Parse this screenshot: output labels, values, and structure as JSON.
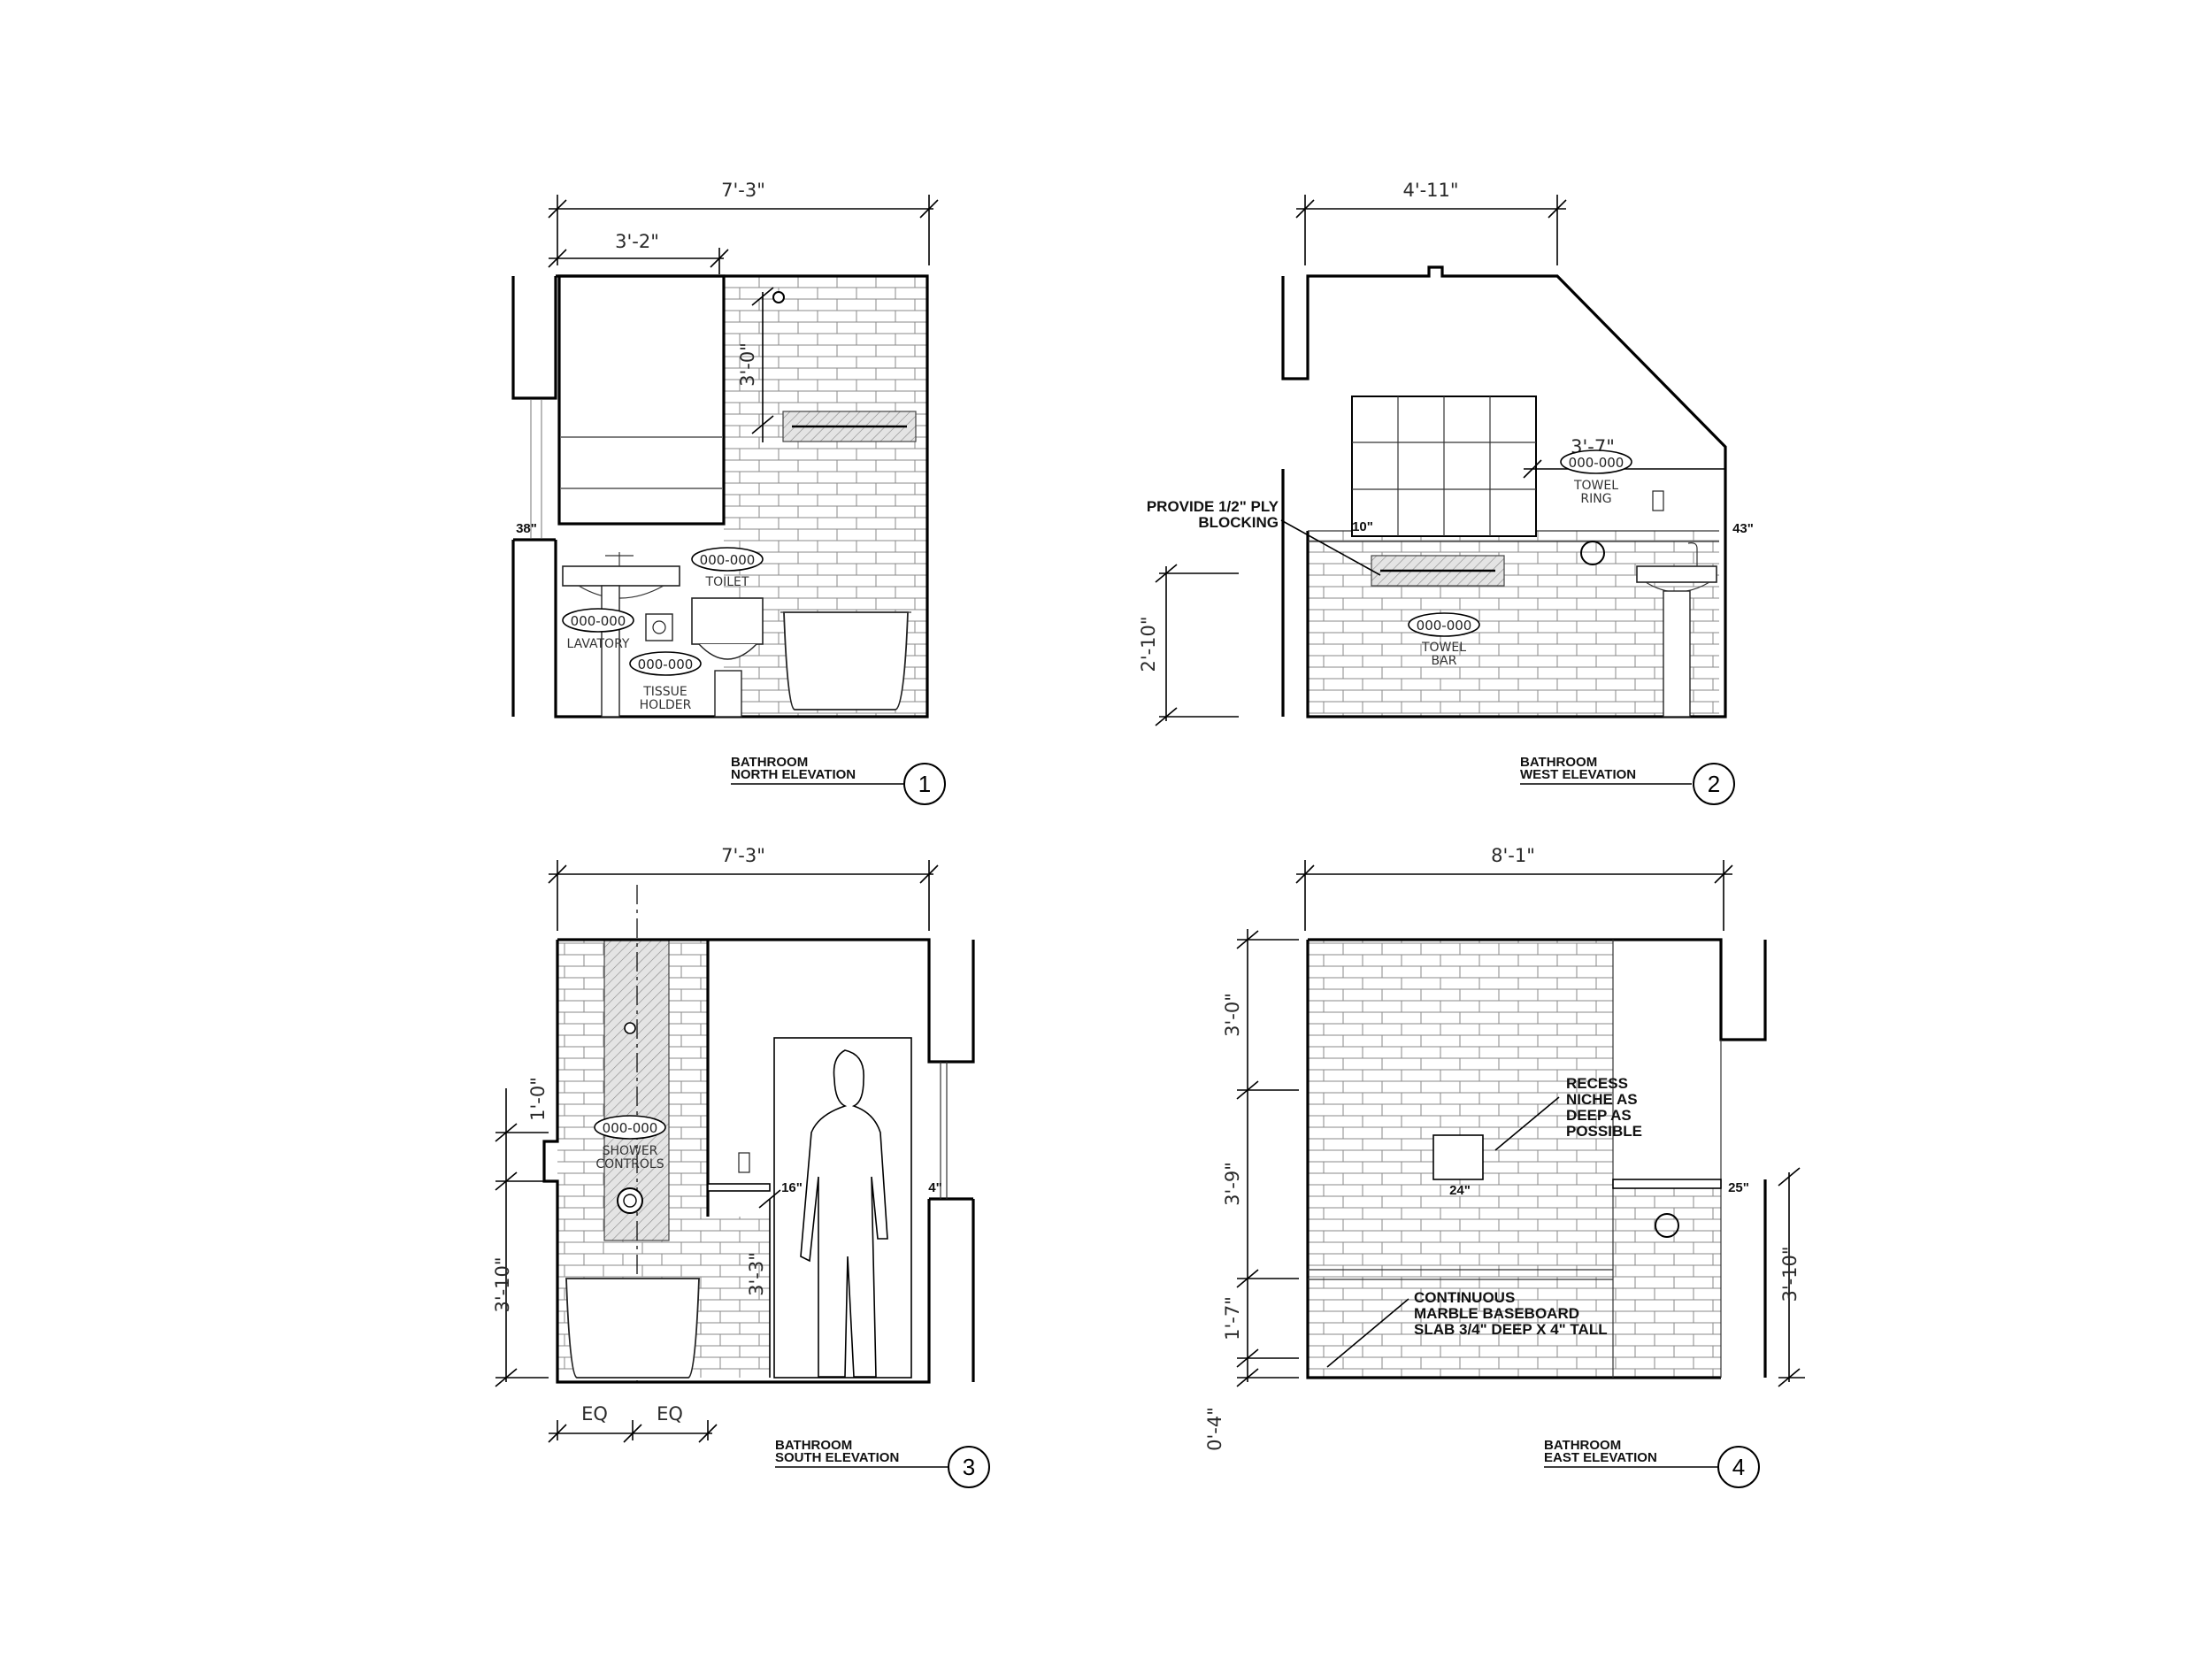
{
  "sheet": {
    "views": [
      {
        "id": "1",
        "title": "BATHROOM",
        "subtitle": "NORTH ELEVATION",
        "dims": {
          "overall": "7'-3\"",
          "partial": "3'-2\"",
          "vertical": "3'-0\""
        },
        "marks": {
          "counter_height": "38\""
        },
        "tags": [
          {
            "code": "000-000",
            "label": "TOILET"
          },
          {
            "code": "000-000",
            "label": "LAVATORY"
          },
          {
            "code": "000-000",
            "label_l1": "TISSUE",
            "label_l2": "HOLDER"
          }
        ]
      },
      {
        "id": "2",
        "title": "BATHROOM",
        "subtitle": "WEST ELEVATION",
        "dims": {
          "overall": "4'-11\"",
          "partial": "3'-7\"",
          "vertical": "2'-10\""
        },
        "marks": {
          "left": "10\"",
          "right": "43\""
        },
        "note": {
          "l1": "PROVIDE 1/2\" PLY",
          "l2": "BLOCKING"
        },
        "tags": [
          {
            "code": "000-000",
            "label_l1": "TOWEL",
            "label_l2": "RING"
          },
          {
            "code": "000-000",
            "label_l1": "TOWEL",
            "label_l2": "BAR"
          }
        ]
      },
      {
        "id": "3",
        "title": "BATHROOM",
        "subtitle": "SOUTH ELEVATION",
        "dims": {
          "overall": "7'-3\"",
          "v1": "1'-0\"",
          "v2": "3'-10\"",
          "v3": "3'-3\"",
          "eq1": "EQ",
          "eq2": "EQ"
        },
        "marks": {
          "shelf": "16\"",
          "right": "4\""
        },
        "tags": [
          {
            "code": "000-000",
            "label_l1": "SHOWER",
            "label_l2": "CONTROLS"
          }
        ]
      },
      {
        "id": "4",
        "title": "BATHROOM",
        "subtitle": "EAST ELEVATION",
        "dims": {
          "overall": "8'-1\"",
          "v1": "3'-0\"",
          "v2": "3'-9\"",
          "v3": "1'-7\"",
          "v4": "0'-4\"",
          "right": "3'-10\""
        },
        "marks": {
          "niche": "24\"",
          "right": "25\""
        },
        "notes": [
          {
            "l1": "RECESS",
            "l2": "NICHE AS",
            "l3": "DEEP AS",
            "l4": "POSSIBLE"
          },
          {
            "l1": "CONTINUOUS",
            "l2": "MARBLE BASEBOARD",
            "l3": "SLAB 3/4\" DEEP X 4\" TALL"
          }
        ]
      }
    ]
  }
}
